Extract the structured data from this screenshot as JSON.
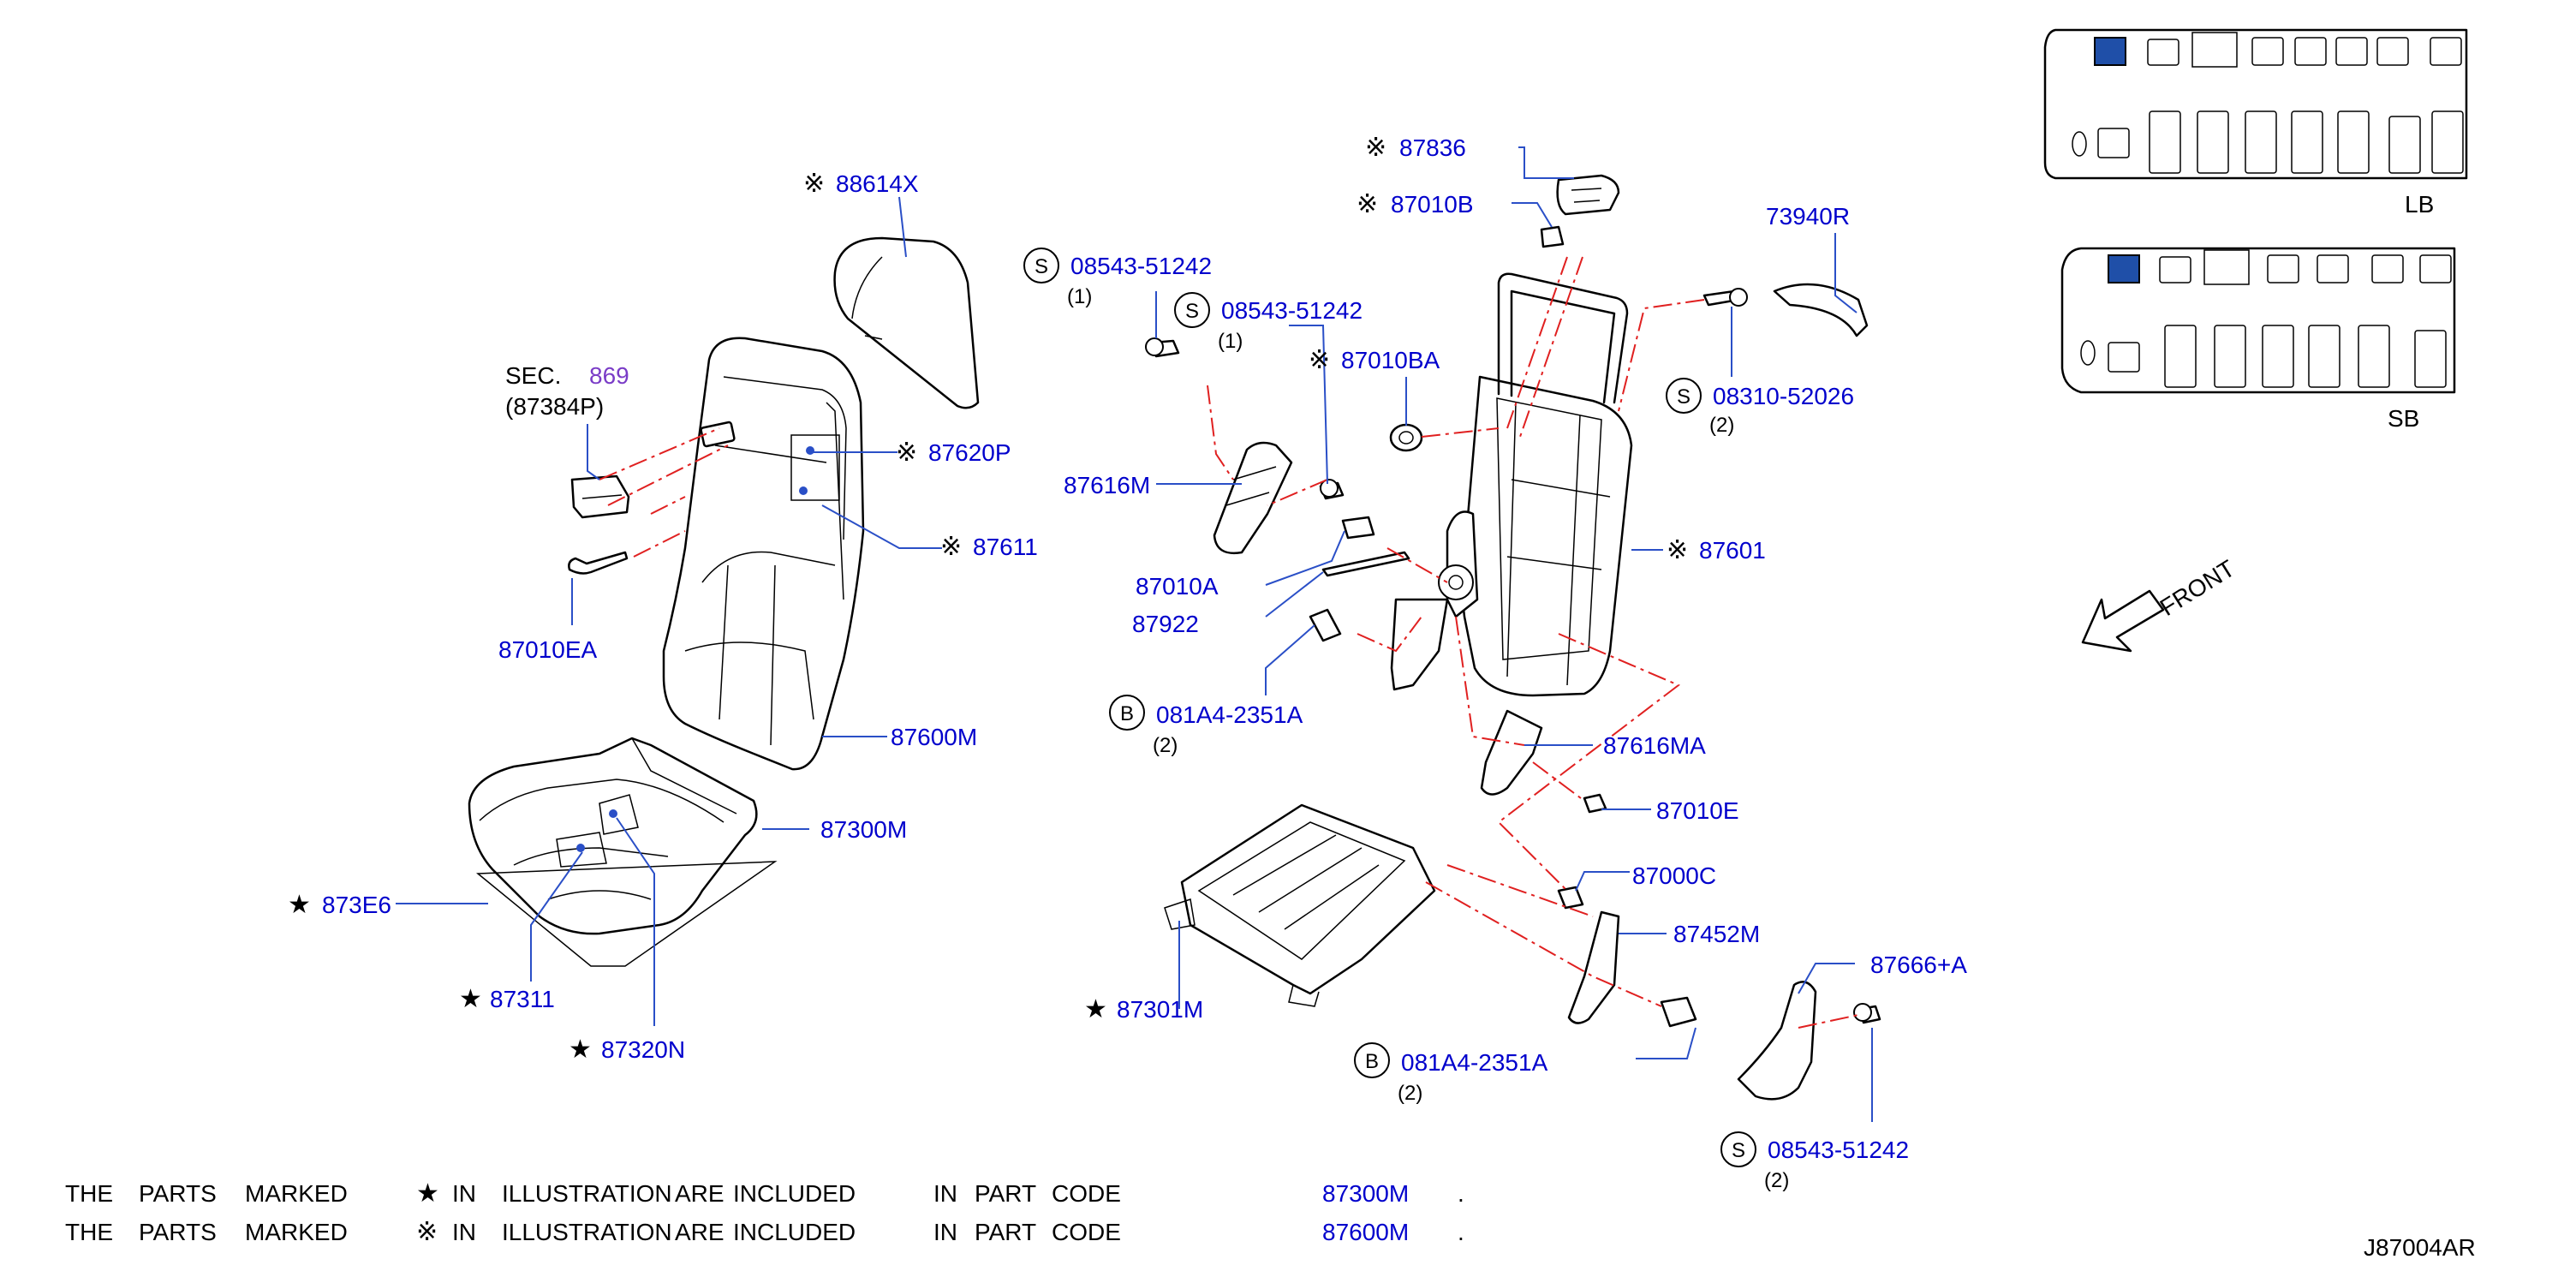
{
  "diagram_code": "J87004AR",
  "front_label": "FRONT",
  "symbols": {
    "star": "★",
    "asterisk": "※",
    "s_circle": "S",
    "b_circle": "B"
  },
  "callouts": {
    "c88614x": "88614X",
    "sec_prefix": "SEC.",
    "sec_num": "869",
    "c87384p": "(87384P)",
    "c87620p": "87620P",
    "c87611": "87611",
    "c87010ea": "87010EA",
    "c87600m": "87600M",
    "c87300m": "87300M",
    "c873e6": "873E6",
    "c87311": "87311",
    "c87320n": "87320N",
    "c08543_a": "08543-51242",
    "q_08543_a": "(1)",
    "c08543_b": "08543-51242",
    "q_08543_b": "(1)",
    "c87616m": "87616M",
    "c87010a": "87010A",
    "c87922": "87922",
    "c081a4_a": "081A4-2351A",
    "q_081a4_a": "(2)",
    "c87836": "87836",
    "c87010b": "87010B",
    "c87010ba": "87010BA",
    "c73940r": "73940R",
    "c08310": "08310-52026",
    "q_08310": "(2)",
    "c87601": "87601",
    "c87616ma": "87616MA",
    "c87010e": "87010E",
    "c87000c": "87000C",
    "c87452m": "87452M",
    "c87666a": "87666+A",
    "c87301m": "87301M",
    "c081a4_b": "081A4-2351A",
    "q_081a4_b": "(2)",
    "c08543_c": "08543-51242",
    "q_08543_c": "(2)"
  },
  "layouts": {
    "lb_label": "LB",
    "sb_label": "SB",
    "highlight_color": "#1f4fa8"
  },
  "notes": [
    {
      "words": [
        "THE",
        "PARTS",
        "MARKED"
      ],
      "symbol": "★",
      "phrase": [
        "IN",
        "ILLUSTRATION",
        "ARE",
        "INCLUDED",
        "IN",
        "PART",
        "CODE"
      ],
      "code": "87300M",
      "end": "."
    },
    {
      "words": [
        "THE",
        "PARTS",
        "MARKED"
      ],
      "symbol": "※",
      "phrase": [
        "IN",
        "ILLUSTRATION",
        "ARE",
        "INCLUDED",
        "IN",
        "PART",
        "CODE"
      ],
      "code": "87600M",
      "end": "."
    }
  ],
  "colors": {
    "part_link": "#0000cc",
    "leader": "#2a4fc7",
    "dashed_guide": "#e02020"
  }
}
